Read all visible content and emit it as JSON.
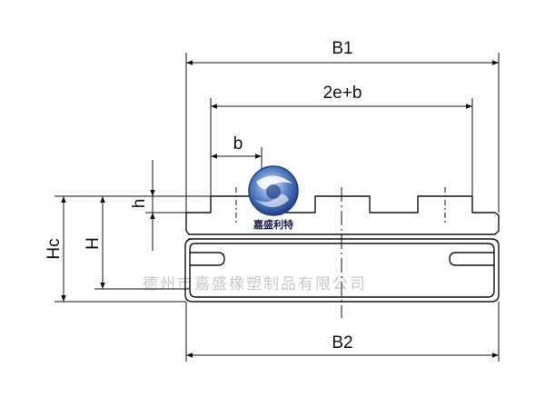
{
  "dimensions": {
    "b1": "B1",
    "two_e_plus_b": "2e+b",
    "b": "b",
    "h": "h",
    "hc": "Hc",
    "h_upper": "H",
    "b2": "B2"
  },
  "watermark": {
    "company": "德州市嘉盛橡塑制品有限公司"
  },
  "logo": {
    "brand": "嘉盛利特"
  },
  "colors": {
    "line": "#111111",
    "watermark": "#c8c8c8",
    "logo_blue": "#2d5aa6",
    "logo_brand_text": "#1a1a4a"
  }
}
